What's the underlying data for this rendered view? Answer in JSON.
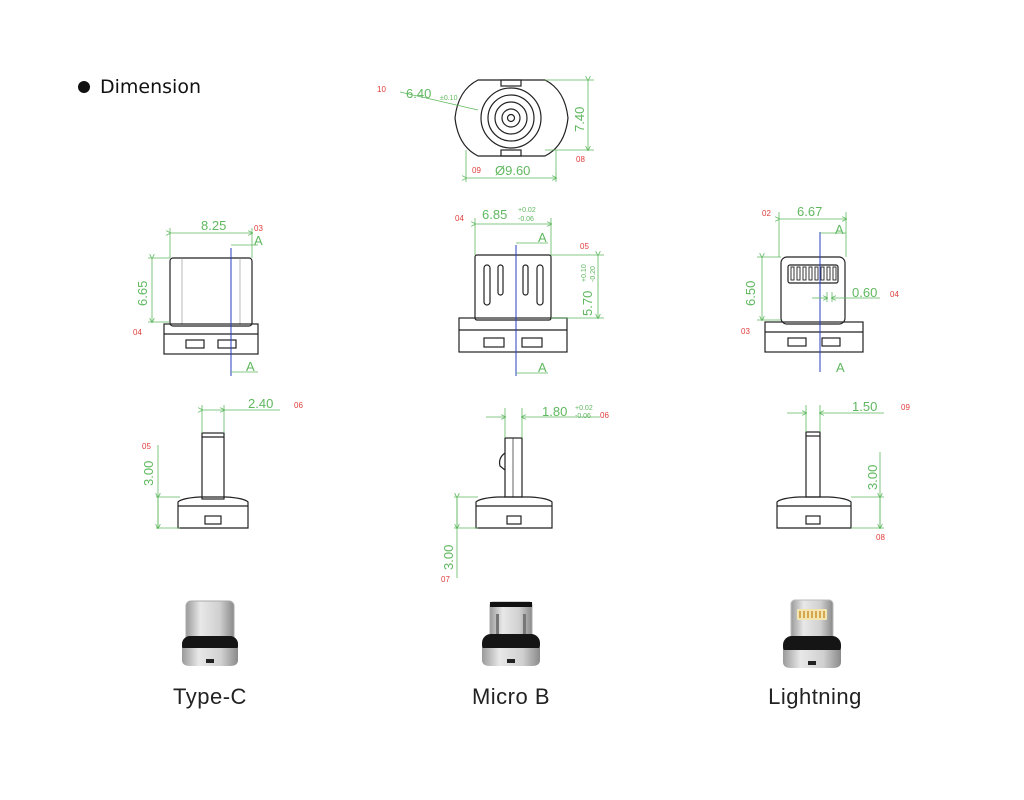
{
  "heading": {
    "text": "Dimension",
    "icon": "bullet-icon"
  },
  "colors": {
    "dimension": "#5fb85f",
    "tag": "#e03c3c",
    "centerline": "#2a3fbf",
    "outline": "#222222"
  },
  "top_view": {
    "diameter_label": "Ø9.60",
    "diameter_tag": "09",
    "height_label": "7.40",
    "height_tag": "08",
    "callout_tag": "10",
    "callout_value": "6.40",
    "callout_tol": "±0.10"
  },
  "front_views": [
    {
      "name": "type-c",
      "width": "8.25",
      "width_tag": "03",
      "height": "6.65",
      "height_tag": "04",
      "section": "A"
    },
    {
      "name": "micro-b",
      "width": "6.85",
      "width_tol_upper": "+0.02",
      "width_tol_lower": "-0.06",
      "width_tag": "04",
      "height": "5.70",
      "height_tol_upper": "+0.10",
      "height_tol_lower": "-0.20",
      "height_tag": "05",
      "section": "A"
    },
    {
      "name": "lightning",
      "width": "6.67",
      "width_tag": "02",
      "height": "6.50",
      "height_tag": "03",
      "gap": "0.60",
      "gap_tag": "04",
      "section": "A"
    }
  ],
  "side_views": [
    {
      "name": "type-c",
      "thickness": "2.40",
      "thickness_tag": "06",
      "base": "3.00",
      "base_tag": "05"
    },
    {
      "name": "micro-b",
      "thickness": "1.80",
      "thickness_tol_upper": "+0.02",
      "thickness_tol_lower": "-0.06",
      "thickness_tag": "06",
      "base": "3.00",
      "base_tag": "07"
    },
    {
      "name": "lightning",
      "thickness": "1.50",
      "thickness_tag": "09",
      "base": "3.00",
      "base_tag": "08"
    }
  ],
  "products": [
    {
      "label": "Type-C",
      "icon": "type-c-connector-icon"
    },
    {
      "label": "Micro B",
      "icon": "micro-b-connector-icon"
    },
    {
      "label": "Lightning",
      "icon": "lightning-connector-icon"
    }
  ]
}
